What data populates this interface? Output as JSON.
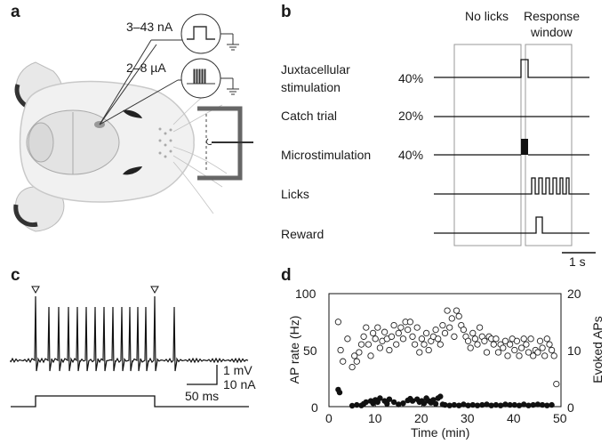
{
  "panels": {
    "a": "a",
    "b": "b",
    "c": "c",
    "d": "d"
  },
  "panel_a": {
    "juxta_current": "3–43 nA",
    "micro_current": "2–8 µA"
  },
  "panel_b": {
    "header_nolicks": "No licks",
    "header_response": "Response",
    "header_window": "window",
    "rows": [
      {
        "label": "Juxtacellular",
        "label2": "stimulation",
        "pct": "40%"
      },
      {
        "label": "Catch trial",
        "label2": "",
        "pct": "20%"
      },
      {
        "label": "Microstimulation",
        "label2": "",
        "pct": "40%"
      },
      {
        "label": "Licks",
        "label2": "",
        "pct": ""
      },
      {
        "label": "Reward",
        "label2": "",
        "pct": ""
      }
    ],
    "scalebar": "1 s"
  },
  "panel_c": {
    "scale_mv": "1 mV",
    "scale_na": "10 nA",
    "scale_ms": "50 ms"
  },
  "chart_data": {
    "type": "scatter",
    "xlabel": "Time (min)",
    "ylabel_left": "AP rate (Hz)",
    "ylabel_right": "Evoked APs",
    "xlim": [
      0,
      50
    ],
    "ylim_left": [
      0,
      100
    ],
    "ylim_right": [
      0,
      20
    ],
    "x_ticks": [
      "0",
      "10",
      "20",
      "30",
      "40",
      "50"
    ],
    "y_left_ticks": [
      "0",
      "50",
      "100"
    ],
    "y_right_ticks": [
      "0",
      "10",
      "20"
    ],
    "series": [
      {
        "marker": "open",
        "axis": "left",
        "points": [
          [
            2,
            75
          ],
          [
            2.5,
            50
          ],
          [
            3,
            40
          ],
          [
            4,
            60
          ],
          [
            5,
            35
          ],
          [
            5.5,
            45
          ],
          [
            6,
            40
          ],
          [
            6.5,
            48
          ],
          [
            7,
            55
          ],
          [
            7.5,
            62
          ],
          [
            8,
            70
          ],
          [
            8.5,
            55
          ],
          [
            9,
            45
          ],
          [
            9.5,
            65
          ],
          [
            10,
            60
          ],
          [
            10.5,
            70
          ],
          [
            11,
            52
          ],
          [
            11.5,
            58
          ],
          [
            12,
            66
          ],
          [
            12.5,
            60
          ],
          [
            13,
            50
          ],
          [
            13.5,
            62
          ],
          [
            14,
            72
          ],
          [
            14.5,
            55
          ],
          [
            15,
            65
          ],
          [
            15.5,
            70
          ],
          [
            16,
            60
          ],
          [
            16.5,
            75
          ],
          [
            17,
            68
          ],
          [
            17.5,
            75
          ],
          [
            18,
            62
          ],
          [
            18.5,
            55
          ],
          [
            19,
            70
          ],
          [
            19.5,
            48
          ],
          [
            20,
            60
          ],
          [
            20.5,
            55
          ],
          [
            21,
            65
          ],
          [
            21.5,
            50
          ],
          [
            22,
            58
          ],
          [
            22.5,
            62
          ],
          [
            23,
            68
          ],
          [
            23.5,
            60
          ],
          [
            24,
            55
          ],
          [
            24.5,
            72
          ],
          [
            25,
            65
          ],
          [
            25.5,
            85
          ],
          [
            26,
            70
          ],
          [
            26.5,
            78
          ],
          [
            27,
            62
          ],
          [
            27.5,
            85
          ],
          [
            28,
            80
          ],
          [
            28.5,
            72
          ],
          [
            29,
            68
          ],
          [
            29.5,
            62
          ],
          [
            30,
            58
          ],
          [
            30.5,
            52
          ],
          [
            31,
            65
          ],
          [
            31.5,
            60
          ],
          [
            32,
            55
          ],
          [
            32.5,
            70
          ],
          [
            33,
            62
          ],
          [
            33.5,
            58
          ],
          [
            34,
            48
          ],
          [
            34.5,
            62
          ],
          [
            35,
            60
          ],
          [
            35.5,
            55
          ],
          [
            36,
            60
          ],
          [
            36.5,
            48
          ],
          [
            37,
            55
          ],
          [
            37.5,
            52
          ],
          [
            38,
            58
          ],
          [
            38.5,
            45
          ],
          [
            39,
            55
          ],
          [
            39.5,
            60
          ],
          [
            40,
            50
          ],
          [
            40.5,
            58
          ],
          [
            41,
            45
          ],
          [
            41.5,
            52
          ],
          [
            42,
            60
          ],
          [
            42.5,
            55
          ],
          [
            43,
            48
          ],
          [
            43.5,
            60
          ],
          [
            44,
            45
          ],
          [
            44.5,
            50
          ],
          [
            45,
            48
          ],
          [
            45.5,
            58
          ],
          [
            46,
            52
          ],
          [
            46.5,
            45
          ],
          [
            47,
            60
          ],
          [
            47.5,
            55
          ],
          [
            48,
            50
          ],
          [
            48.5,
            45
          ],
          [
            49,
            20
          ]
        ]
      },
      {
        "marker": "filled",
        "axis": "right",
        "points": [
          [
            2,
            3
          ],
          [
            2.3,
            2.5
          ],
          [
            5,
            0
          ],
          [
            6,
            0.3
          ],
          [
            7,
            0.2
          ],
          [
            7.5,
            0.5
          ],
          [
            8,
            0.8
          ],
          [
            9,
            1
          ],
          [
            9.5,
            0.6
          ],
          [
            10,
            1.2
          ],
          [
            10.5,
            0.8
          ],
          [
            11,
            1.5
          ],
          [
            12,
            1
          ],
          [
            12.5,
            0.5
          ],
          [
            13,
            1.3
          ],
          [
            14,
            0.8
          ],
          [
            15,
            0.4
          ],
          [
            16,
            0.6
          ],
          [
            17,
            1.1
          ],
          [
            17.5,
            1.4
          ],
          [
            18,
            1
          ],
          [
            19,
            1.3
          ],
          [
            19.5,
            0.8
          ],
          [
            20,
            1
          ],
          [
            20.5,
            0.6
          ],
          [
            21,
            1.5
          ],
          [
            21.5,
            1
          ],
          [
            22,
            0.7
          ],
          [
            22.5,
            1.2
          ],
          [
            23,
            0.5
          ],
          [
            23.5,
            1.5
          ],
          [
            24,
            1.8
          ],
          [
            24.5,
            0.4
          ],
          [
            25,
            0.3
          ],
          [
            26,
            0.2
          ],
          [
            27,
            0.3
          ],
          [
            28,
            0.2
          ],
          [
            29,
            0.4
          ],
          [
            30,
            0.2
          ],
          [
            31,
            0.3
          ],
          [
            32,
            0.2
          ],
          [
            33,
            0.3
          ],
          [
            34,
            0.4
          ],
          [
            35,
            0.2
          ],
          [
            36,
            0.3
          ],
          [
            37,
            0.2
          ],
          [
            38,
            0.4
          ],
          [
            39,
            0.3
          ],
          [
            40,
            0.3
          ],
          [
            41,
            0.2
          ],
          [
            42,
            0.4
          ],
          [
            43,
            0.2
          ],
          [
            44,
            0.3
          ],
          [
            45,
            0.4
          ],
          [
            46,
            0.3
          ],
          [
            47,
            0.2
          ],
          [
            48,
            0.3
          ]
        ]
      }
    ]
  }
}
